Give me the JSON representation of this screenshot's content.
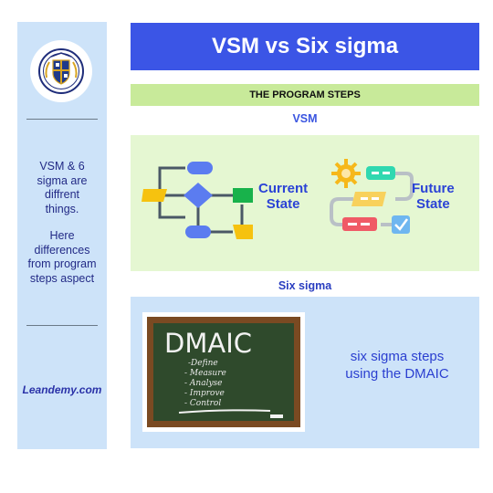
{
  "sidebar": {
    "logo": "university-crest-logo",
    "text_1_lines": [
      "VSM & 6",
      "sigma are",
      "diffrent",
      "things."
    ],
    "text_2_lines": [
      "Here",
      "differences",
      "from program",
      "steps aspect"
    ],
    "brand": "Leandemy.com"
  },
  "header": {
    "title": "VSM vs Six sigma",
    "subtitle": "THE PROGRAM STEPS"
  },
  "vsm": {
    "heading": "VSM",
    "current_state_lines": [
      "Current",
      "State"
    ],
    "future_state_lines": [
      "Future",
      "State"
    ],
    "icons": [
      "process-flowchart-icon",
      "workflow-steps-icon"
    ]
  },
  "six_sigma": {
    "heading": "Six sigma",
    "board_title": "DMAIC",
    "board_items": [
      "-Define",
      "- Measure",
      "- Analyse",
      "- Improve",
      "- Control"
    ],
    "description_lines": [
      "six sigma steps",
      "using the DMAIC"
    ]
  },
  "colors": {
    "title_bar": "#3b55e6",
    "steps_bar": "#c8ea9a",
    "sidebar": "#cde3f9",
    "vsm_panel": "#e5f7d2",
    "accent_text": "#2b43d6",
    "chalkboard": "#2f4a2c",
    "chalkboard_frame": "#7a4a22"
  }
}
